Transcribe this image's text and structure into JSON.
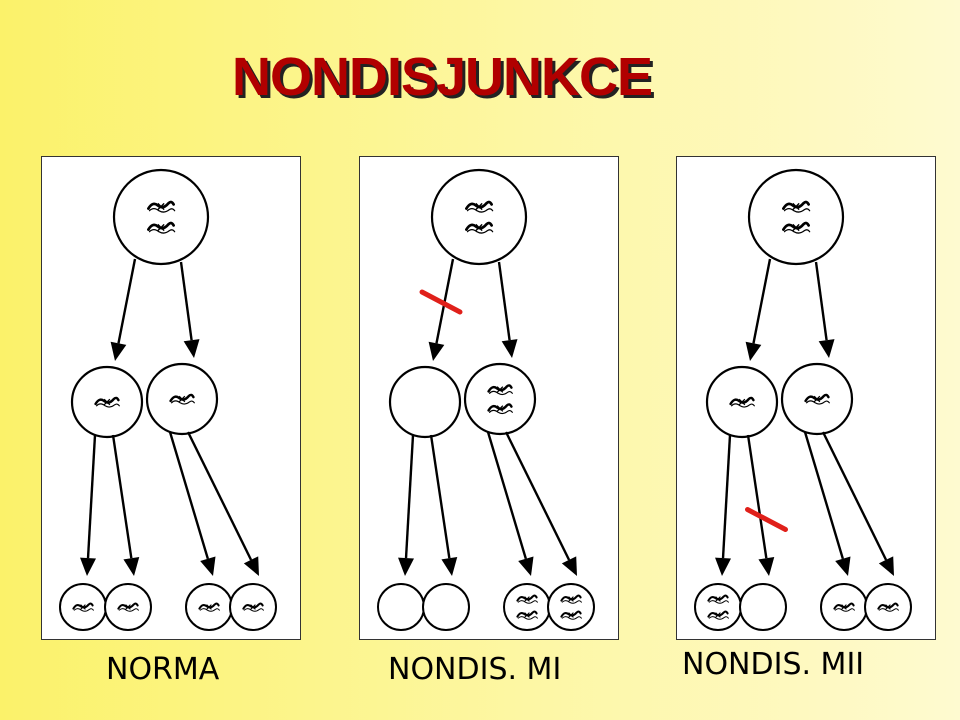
{
  "title": "NONDISJUNKCE",
  "colors": {
    "title_fill": "#b10000",
    "title_shadow": "#222222",
    "block_mark": "#e0201a",
    "background_left": "#fbf26a",
    "background_right": "#fefad0"
  },
  "panels": [
    {
      "caption": "NORMA",
      "parent_cell": {
        "chromosomes": 2
      },
      "daughter_cells": [
        {
          "chromosomes": 1
        },
        {
          "chromosomes": 1
        }
      ],
      "gametes": [
        {
          "chromosomes": 1
        },
        {
          "chromosomes": 1
        },
        {
          "chromosomes": 1
        },
        {
          "chromosomes": 1
        }
      ],
      "blocked_arrow": null
    },
    {
      "caption": "NONDIS. MI",
      "parent_cell": {
        "chromosomes": 2
      },
      "daughter_cells": [
        {
          "chromosomes": 0
        },
        {
          "chromosomes": 2
        }
      ],
      "gametes": [
        {
          "chromosomes": 0
        },
        {
          "chromosomes": 0
        },
        {
          "chromosomes": 2
        },
        {
          "chromosomes": 2
        }
      ],
      "blocked_arrow": "meiosis-I-left"
    },
    {
      "caption": "NONDIS. MII",
      "parent_cell": {
        "chromosomes": 2
      },
      "daughter_cells": [
        {
          "chromosomes": 1
        },
        {
          "chromosomes": 1
        }
      ],
      "gametes": [
        {
          "chromosomes": 2
        },
        {
          "chromosomes": 0
        },
        {
          "chromosomes": 1
        },
        {
          "chromosomes": 1
        }
      ],
      "blocked_arrow": "meiosis-II-left"
    }
  ]
}
